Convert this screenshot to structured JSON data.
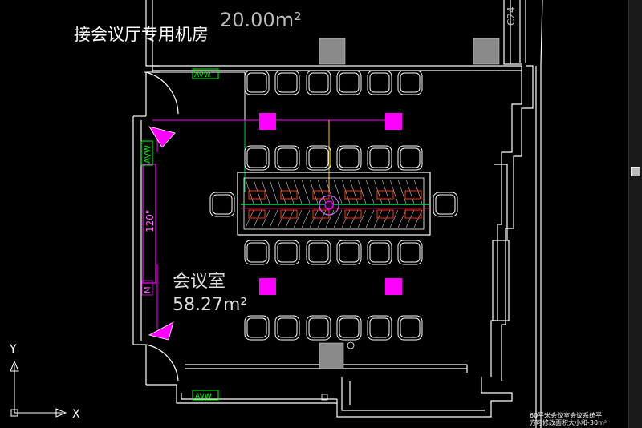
{
  "drawing": {
    "server_room_label": "接会议厅专用机房",
    "top_area": "20.00m²",
    "room_name": "会议室",
    "room_area": "58.27m²",
    "corner_tag": "C24",
    "screen_label": "120\"",
    "avw_label": "AVW",
    "m_label": "M",
    "axis_y": "Y",
    "axis_x": "X",
    "title_line1": "60平米会议室会议系统平",
    "title_line2": "方可修改面积大小和-30m²"
  },
  "colors": {
    "background": "#000000",
    "wall": "#ffffff",
    "chair": "#ffffff",
    "screen": "#cc00cc",
    "ceiling_speaker": "#ff00ff",
    "avw": "#00ff00",
    "camera_wire": "#ff8800",
    "column": "#8a8a8a"
  }
}
